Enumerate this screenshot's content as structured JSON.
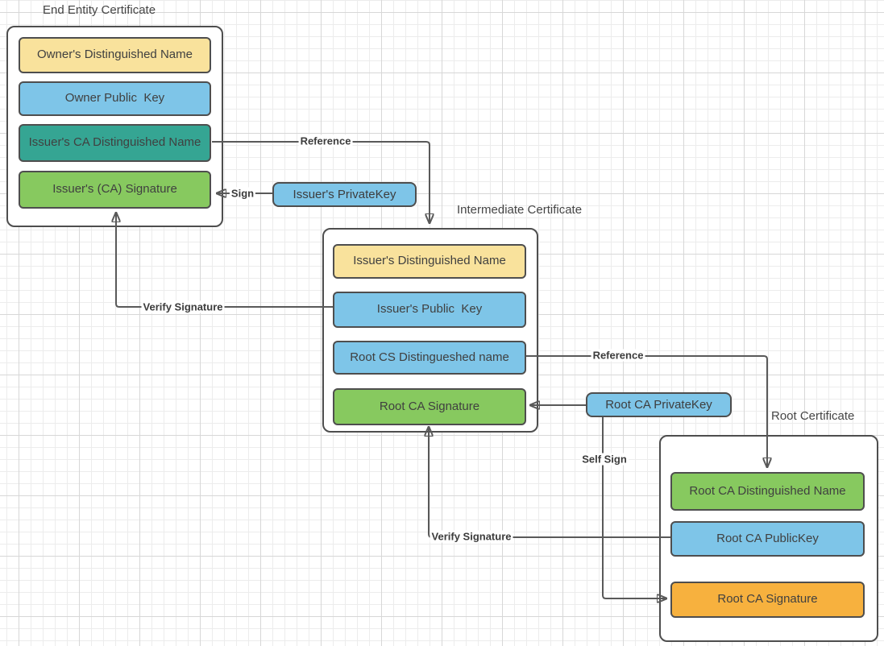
{
  "colors": {
    "yellow": "#F9E29C",
    "blue": "#7EC5E8",
    "teal": "#35A593",
    "green": "#87C95F",
    "orange": "#F7B13E",
    "box_border": "#4e4e4e",
    "line": "#595959",
    "grid_minor": "#ececec",
    "grid_major": "#d7d7d7"
  },
  "certificates": {
    "end_entity": {
      "title": "End Entity Certificate",
      "fields": [
        {
          "label": "Owner's Distinguished Name",
          "fill": "#F9E29C"
        },
        {
          "label": "Owner Public  Key",
          "fill": "#7EC5E8"
        },
        {
          "label": "Issuer's CA Distinguished Name",
          "fill": "#35A593"
        },
        {
          "label": "Issuer's (CA) Signature",
          "fill": "#87C95F"
        }
      ]
    },
    "intermediate": {
      "title": "Intermediate Certificate",
      "fields": [
        {
          "label": "Issuer's Distinguished Name",
          "fill": "#F9E29C"
        },
        {
          "label": "Issuer's Public  Key",
          "fill": "#7EC5E8"
        },
        {
          "label": "Root CS Distingueshed name",
          "fill": "#7EC5E8"
        },
        {
          "label": "Root CA Signature",
          "fill": "#87C95F"
        }
      ]
    },
    "root": {
      "title": "Root Certificate",
      "fields": [
        {
          "label": "Root CA Distinguished Name",
          "fill": "#87C95F"
        },
        {
          "label": "Root CA PublicKey",
          "fill": "#7EC5E8"
        },
        {
          "label": "Root CA Signature",
          "fill": "#F7B13E"
        }
      ]
    }
  },
  "keys": {
    "issuer_private_key": {
      "label": "Issuer's PrivateKey",
      "fill": "#7EC5E8"
    },
    "root_ca_private_key": {
      "label": "Root CA PrivateKey",
      "fill": "#7EC5E8"
    }
  },
  "arrows": {
    "reference_end_to_intermediate": {
      "label": "Reference"
    },
    "sign": {
      "label": "Sign"
    },
    "verify_signature_intermediate_to_end": {
      "label": "Verify Signature"
    },
    "reference_intermediate_to_root": {
      "label": "Reference"
    },
    "self_sign": {
      "label": "Self Sign"
    },
    "verify_signature_root_to_intermediate": {
      "label": "Verify Signature"
    }
  }
}
